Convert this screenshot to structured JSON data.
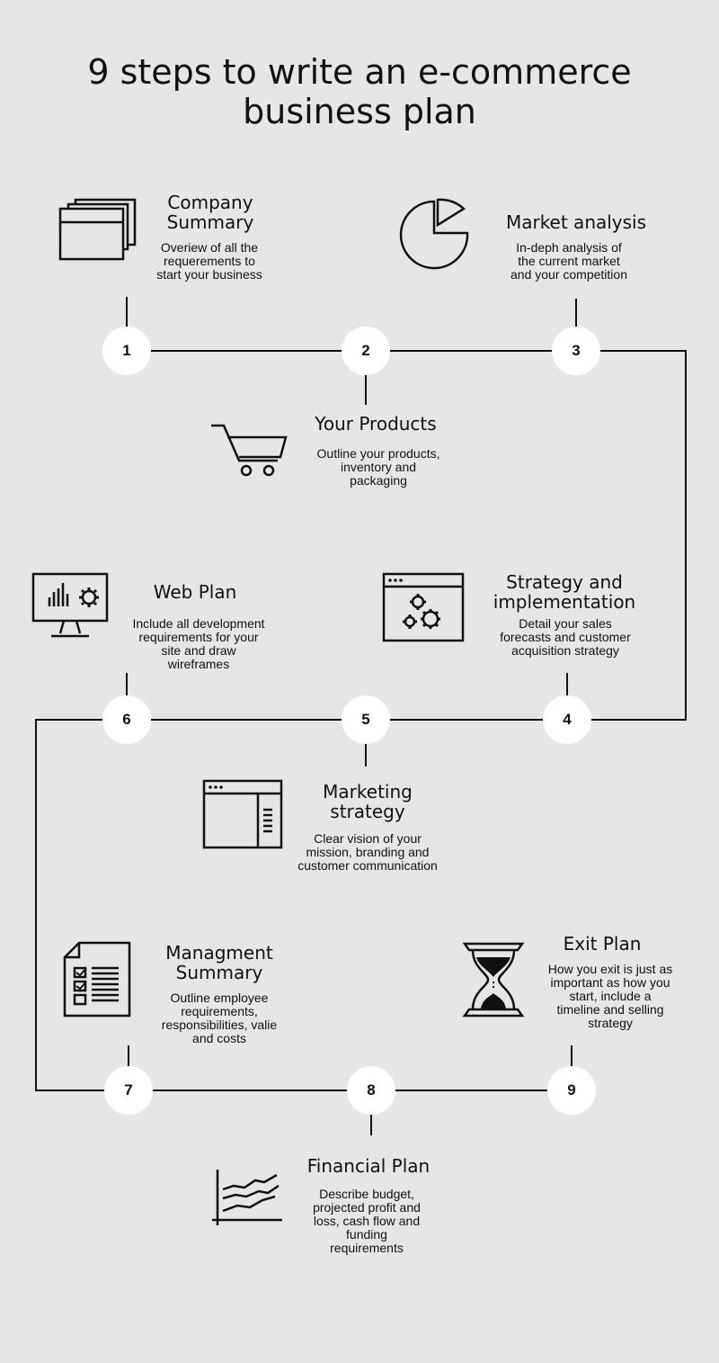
{
  "title": {
    "line1": "9 steps to write an e-commerce",
    "line2": "business plan"
  },
  "steps": [
    {
      "number": "1",
      "title": [
        "Company",
        "Summary"
      ],
      "desc": [
        "Overiew of all the",
        "requerements to",
        "start your business"
      ],
      "icon": "browser-windows-icon"
    },
    {
      "number": "2",
      "title": [
        "Your Products"
      ],
      "desc": [
        "Outline your products,",
        "inventory and",
        "packaging"
      ],
      "icon": "shopping-cart-icon"
    },
    {
      "number": "3",
      "title": [
        "Market analysis"
      ],
      "desc": [
        "In-deph analysis of",
        "the current market",
        "and your competition"
      ],
      "icon": "pie-chart-icon"
    },
    {
      "number": "4",
      "title": [
        "Strategy and",
        "implementation"
      ],
      "desc": [
        "Detail your sales",
        "forecasts and customer",
        "acquisition strategy"
      ],
      "icon": "browser-gears-icon"
    },
    {
      "number": "5",
      "title": [
        "Marketing",
        "strategy"
      ],
      "desc": [
        "Clear vision of your",
        "mission, branding and",
        "customer communication"
      ],
      "icon": "browser-sidebar-icon"
    },
    {
      "number": "6",
      "title": [
        "Web Plan"
      ],
      "desc": [
        "Include all development",
        "requirements for your",
        "site and draw",
        "wireframes"
      ],
      "icon": "monitor-analytics-icon"
    },
    {
      "number": "7",
      "title": [
        "Managment",
        "Summary"
      ],
      "desc": [
        "Outline employee",
        "requirements,",
        "responsibilities, valie",
        "and costs"
      ],
      "icon": "checklist-document-icon"
    },
    {
      "number": "8",
      "title": [
        "Financial Plan"
      ],
      "desc": [
        "Describe budget,",
        "projected profit and",
        "loss, cash flow and",
        "funding",
        "requirements"
      ],
      "icon": "line-graph-icon"
    },
    {
      "number": "9",
      "title": [
        "Exit Plan"
      ],
      "desc": [
        "How you exit is just as",
        "important as how you",
        "start, include a",
        "timeline and selling",
        "strategy"
      ],
      "icon": "hourglass-icon"
    }
  ]
}
